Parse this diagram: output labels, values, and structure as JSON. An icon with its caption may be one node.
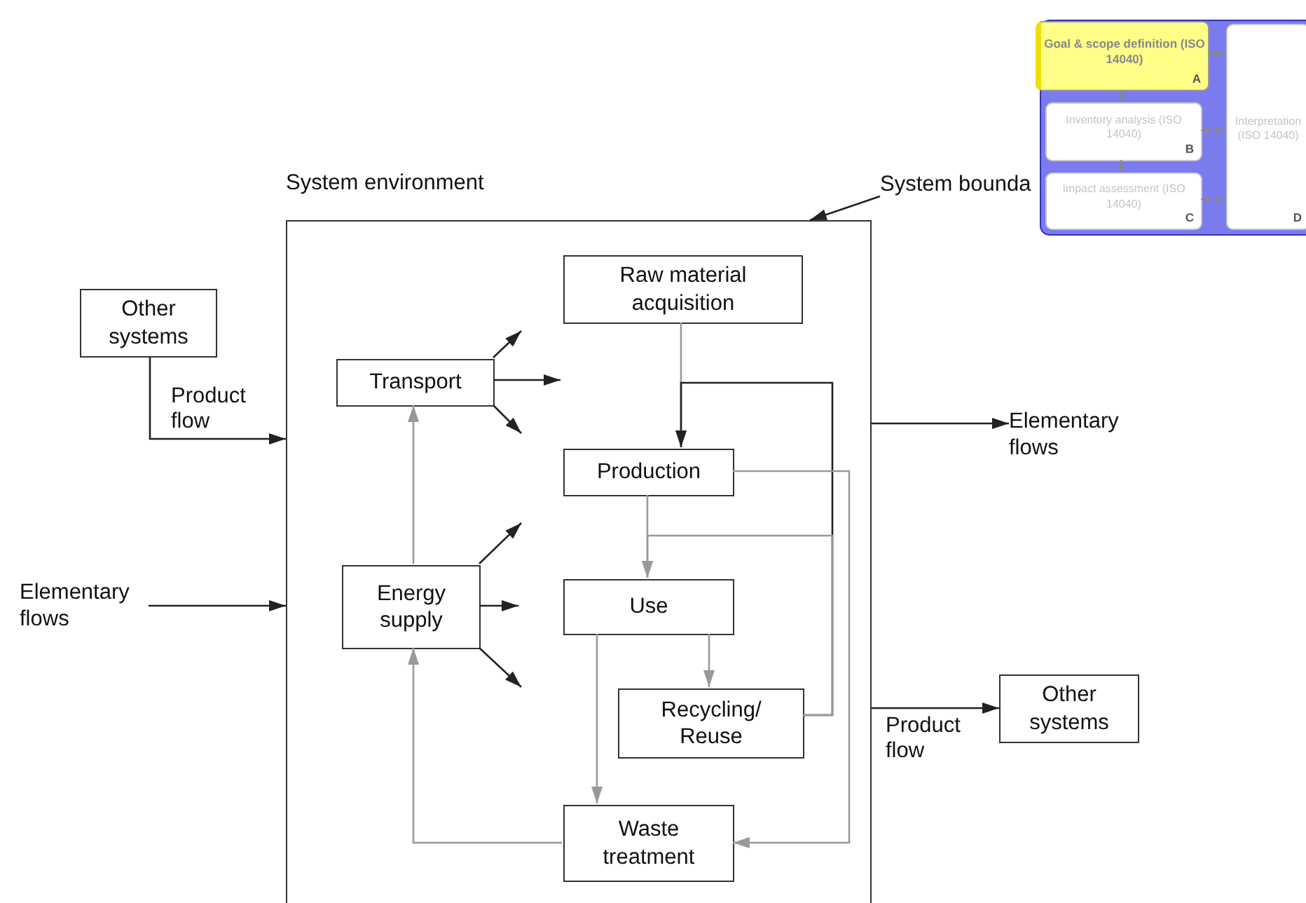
{
  "diagram": {
    "nodes": [
      {
        "text": [],
        "shape": "box"
      },
      {
        "text": [
          "Other systems"
        ]
      },
      {
        "text": [
          "Elementary flows"
        ]
      },
      {
        "text": [
          "Raw material acquisition"
        ],
        "in": 0
      },
      {
        "text": [
          "Transport"
        ],
        "in": 0
      },
      {
        "text": [
          "Production"
        ],
        "in": 0
      },
      {
        "text": [
          "Energy supply"
        ],
        "in": 0
      },
      {
        "text": [
          "Use"
        ],
        "in": 0
      },
      {
        "text": [
          "Recycling/ Reuse"
        ],
        "in": 0
      },
      {
        "text": [
          "Waste treatment"
        ],
        "in": 0
      },
      {
        "text": [
          "Elementary flows"
        ]
      },
      {
        "text": [
          "Other systems"
        ]
      },
      {
        "text": [
          "System bounda"
        ]
      },
      {
        "text": [],
        "shape": "box"
      },
      {
        "text": [
          "Goal & scope definition (ISO 14040)",
          "A"
        ],
        "in": 13
      },
      {
        "text": [
          "Inventory analysis (ISO 14040)",
          "B"
        ],
        "in": 13
      },
      {
        "text": [
          "Impact assessment (ISO 14040)",
          "C"
        ],
        "in": 13
      },
      {
        "text": [
          "Interpretation (ISO 14040)",
          "D"
        ],
        "in": 13
      }
    ],
    "edges": [
      {
        "from": 1,
        "to": 0,
        "arrow": "to",
        "label": "Product flow"
      },
      {
        "from": 2,
        "to": 0,
        "arrow": "to"
      },
      {
        "from": 0,
        "to": 10,
        "arrow": "to"
      },
      {
        "from": 0,
        "to": 11,
        "arrow": "to",
        "label": "Product flow"
      },
      {
        "from": 12,
        "to": 0,
        "arrow": "to"
      },
      {
        "from": 3,
        "to": 5,
        "arrow": "to",
        "color": "#999999"
      },
      {
        "from": 5,
        "to": 7,
        "arrow": "to",
        "color": "#999999"
      },
      {
        "from": 8,
        "to": 5,
        "arrow": "to"
      },
      {
        "from": 8,
        "to": 7,
        "arrow": "to",
        "color": "#999999"
      },
      {
        "from": 5,
        "to": 9,
        "arrow": "to",
        "color": "#999999"
      },
      {
        "from": 7,
        "to": 8,
        "arrow": "to",
        "color": "#999999"
      },
      {
        "from": 7,
        "to": 9,
        "arrow": "to",
        "color": "#999999"
      },
      {
        "from": 9,
        "to": 6,
        "arrow": "to",
        "color": "#999999"
      },
      {
        "from": 6,
        "to": 4,
        "arrow": "to",
        "color": "#999999"
      },
      {
        "from": 4,
        "to": null,
        "arrow": "to"
      },
      {
        "from": 4,
        "to": null,
        "arrow": "to"
      },
      {
        "from": 4,
        "to": null,
        "arrow": "to"
      },
      {
        "from": 6,
        "to": null,
        "arrow": "to"
      },
      {
        "from": 6,
        "to": null,
        "arrow": "to"
      },
      {
        "from": 6,
        "to": null,
        "arrow": "to"
      },
      {
        "from": 14,
        "to": 15,
        "arrow": "both",
        "color": "#888888"
      },
      {
        "from": 15,
        "to": 16,
        "arrow": "both",
        "color": "#888888"
      },
      {
        "from": 14,
        "to": 17,
        "arrow": "both",
        "color": "#888888"
      },
      {
        "from": 15,
        "to": 17,
        "arrow": "both",
        "color": "#888888"
      },
      {
        "from": 16,
        "to": 17,
        "arrow": "both",
        "color": "#888888"
      }
    ],
    "labels": [
      "System environment"
    ]
  }
}
